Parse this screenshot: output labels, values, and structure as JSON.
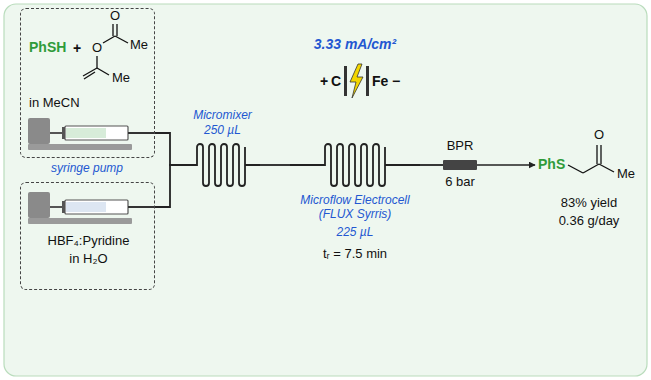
{
  "diagram": {
    "nodes": [
      {
        "text": [
          "PhSH",
          "+",
          "in MeCN"
        ]
      },
      {
        "text": [
          "HBF₄:Pyridine",
          "in H₂O"
        ]
      },
      {
        "text": [
          "Micromixer",
          "250 µL"
        ]
      },
      {
        "text": [
          "Microflow Electrocell (FLUX Syrris)",
          "225 µL"
        ]
      },
      {
        "text": [
          "BPR",
          "6 bar"
        ]
      },
      {
        "text": [
          "83% yield",
          "0.36 g/day"
        ]
      }
    ],
    "edges": [
      {
        "from": 0,
        "to": 2,
        "arrow": "none"
      },
      {
        "from": 1,
        "to": 2,
        "arrow": "none"
      },
      {
        "from": 2,
        "to": 3,
        "arrow": "none"
      },
      {
        "from": 3,
        "to": 4,
        "arrow": "none"
      },
      {
        "from": 4,
        "to": 5,
        "arrow": "to"
      }
    ],
    "labels": [
      "O",
      "O",
      "Me",
      "Me",
      "syringe pump",
      "3.33 mA/cm²",
      "+",
      "C",
      "Fe",
      "−",
      "tᵣ = 7.5 min",
      "PhS",
      "O",
      "Me"
    ]
  }
}
